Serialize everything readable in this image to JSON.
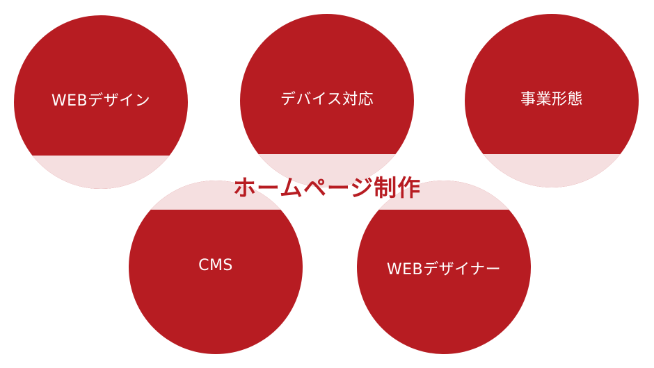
{
  "colors": {
    "circle": "#b71c22",
    "band": "#f5dfe0",
    "title": "#b71c22"
  },
  "center_title": "ホームページ制作",
  "circles": [
    {
      "label": "WEBデザイン"
    },
    {
      "label": "デバイス対応"
    },
    {
      "label": "事業形態"
    },
    {
      "label": "CMS"
    },
    {
      "label": "WEBデザイナー"
    }
  ]
}
